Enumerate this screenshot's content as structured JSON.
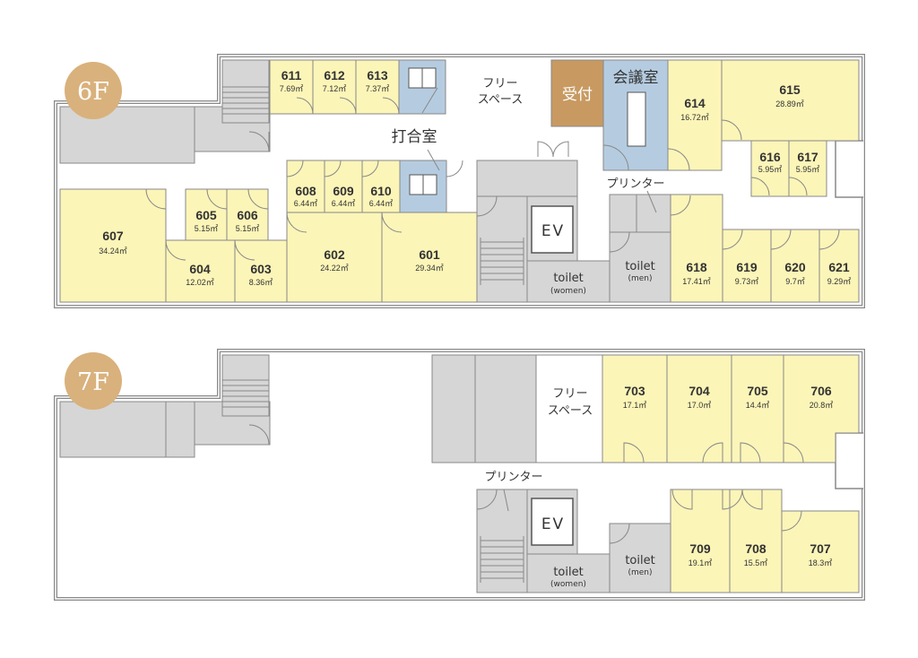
{
  "floors": {
    "f6": {
      "label": "6F",
      "rooms": {
        "r601": {
          "num": "601",
          "area": "29.34㎡"
        },
        "r602": {
          "num": "602",
          "area": "24.22㎡"
        },
        "r603": {
          "num": "603",
          "area": "8.36㎡"
        },
        "r604": {
          "num": "604",
          "area": "12.02㎡"
        },
        "r605": {
          "num": "605",
          "area": "5.15㎡"
        },
        "r606": {
          "num": "606",
          "area": "5.15㎡"
        },
        "r607": {
          "num": "607",
          "area": "34.24㎡"
        },
        "r608": {
          "num": "608",
          "area": "6.44㎡"
        },
        "r609": {
          "num": "609",
          "area": "6.44㎡"
        },
        "r610": {
          "num": "610",
          "area": "6.44㎡"
        },
        "r611": {
          "num": "611",
          "area": "7.69㎡"
        },
        "r612": {
          "num": "612",
          "area": "7.12㎡"
        },
        "r613": {
          "num": "613",
          "area": "7.37㎡"
        },
        "r614": {
          "num": "614",
          "area": "16.72㎡"
        },
        "r615": {
          "num": "615",
          "area": "28.89㎡"
        },
        "r616": {
          "num": "616",
          "area": "5.95㎡"
        },
        "r617": {
          "num": "617",
          "area": "5.95㎡"
        },
        "r618": {
          "num": "618",
          "area": "17.41㎡"
        },
        "r619": {
          "num": "619",
          "area": "9.73㎡"
        },
        "r620": {
          "num": "620",
          "area": "9.7㎡"
        },
        "r621": {
          "num": "621",
          "area": "9.29㎡"
        }
      },
      "labels": {
        "free_space_1": "フリー",
        "free_space_2": "スペース",
        "meeting_small": "打合室",
        "reception": "受付",
        "conference": "会議室",
        "printer": "プリンター",
        "ev": "EV",
        "toilet_women": "toilet",
        "toilet_women_sub": "(women)",
        "toilet_men": "toilet",
        "toilet_men_sub": "(men)"
      }
    },
    "f7": {
      "label": "7F",
      "rooms": {
        "r703": {
          "num": "703",
          "area": "17.1㎡"
        },
        "r704": {
          "num": "704",
          "area": "17.0㎡"
        },
        "r705": {
          "num": "705",
          "area": "14.4㎡"
        },
        "r706": {
          "num": "706",
          "area": "20.8㎡"
        },
        "r707": {
          "num": "707",
          "area": "18.3㎡"
        },
        "r708": {
          "num": "708",
          "area": "15.5㎡"
        },
        "r709": {
          "num": "709",
          "area": "19.1㎡"
        }
      },
      "labels": {
        "free_space_1": "フリー",
        "free_space_2": "スペース",
        "printer": "プリンター",
        "ev": "EV",
        "toilet_women": "toilet",
        "toilet_women_sub": "(women)",
        "toilet_men": "toilet",
        "toilet_men_sub": "(men)"
      }
    }
  },
  "colors": {
    "office": "#fcf5b8",
    "meeting": "#b5cce0",
    "reception": "#c89a62",
    "service": "#d6d6d6",
    "badge": "#d9b17c",
    "wall": "#888888"
  }
}
